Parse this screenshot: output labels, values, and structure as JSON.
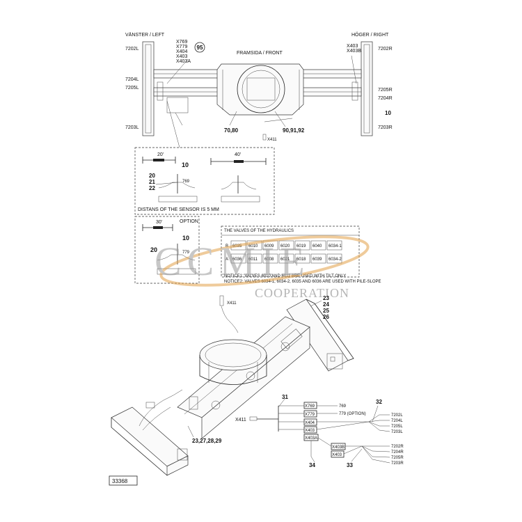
{
  "top": {
    "left_header": "VÄNSTER / LEFT",
    "right_header": "HÖGER / RIGHT",
    "front_label": "FRAMSIDA / FRONT",
    "badge": "95",
    "left_codes": [
      "X769",
      "X779",
      "X404",
      "X403",
      "X403A"
    ],
    "right_codes": [
      "X403",
      "X403B"
    ],
    "left_side_labels": [
      "7202L",
      "7204L",
      "7205L",
      "7203L"
    ],
    "right_side_labels": [
      "7202R",
      "7205R",
      "7204R",
      "10",
      "7203R"
    ],
    "bottom_labels": [
      "70,80",
      "90,91,92",
      "X411"
    ]
  },
  "sensor_panel": {
    "dim_a": "20'",
    "dim_b": "40'",
    "dim_c": "30'",
    "item_10": "10",
    "items_left": [
      "20",
      "21",
      "22"
    ],
    "sensor_code": "769",
    "note": "DISTANS OF THE SENSOR IS 5 MM",
    "option_label": "OPTION",
    "option_item_20": "20",
    "option_item_10": "10",
    "option_code": "779"
  },
  "valves": {
    "title": "THE VALVES OF THE HYDRAULICS",
    "rows": [
      {
        "label": "B",
        "cells": [
          "6035",
          "6010",
          "6009",
          "6020",
          "6019",
          "6040",
          "6034-1"
        ]
      },
      {
        "label": "A",
        "cells": [
          "6036",
          "6011",
          "6008",
          "6021",
          "6018",
          "6039",
          "6034-2"
        ]
      }
    ],
    "notice1": "NOTICE1: VALVES 6010 AND 6011 ARE USED WITH TILT ONLY",
    "notice2": "NOTICE2: VALVES 6034-1, 6034-2, 6035 AND 6036 ARE USED WITH PILE-SLOPE"
  },
  "watermark": {
    "brand": "CCMIE",
    "sub": "COOPERATION"
  },
  "frame3d": {
    "x411": "X411",
    "stack": [
      "23",
      "24",
      "25",
      "26"
    ],
    "bottom": "23,27,28,29"
  },
  "wiring": {
    "x411": "X411",
    "num_31": "31",
    "num_32": "32",
    "num_33": "33",
    "num_34": "34",
    "connectors": [
      "X769",
      "X779",
      "X404",
      "X403",
      "X403A"
    ],
    "connectors_b": [
      "X403B",
      "X403"
    ],
    "sensor_769": "769",
    "sensor_779": "779   (OPTION)",
    "left_outs": [
      "7202L",
      "7204L",
      "7205L",
      "7203L"
    ],
    "right_outs": [
      "7202R",
      "7204R",
      "7205R",
      "7203R"
    ]
  },
  "figure_id": "33368"
}
